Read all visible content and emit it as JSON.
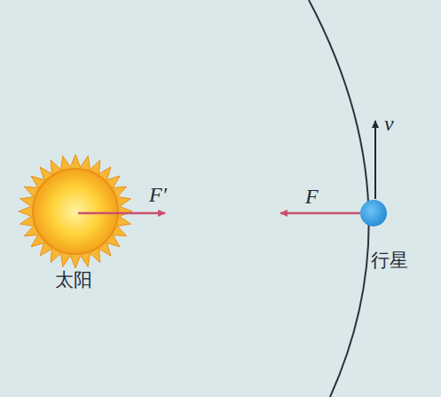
{
  "diagram": {
    "labels": [
      "F′",
      "F",
      "v",
      "太阳",
      "行星"
    ]
  }
}
